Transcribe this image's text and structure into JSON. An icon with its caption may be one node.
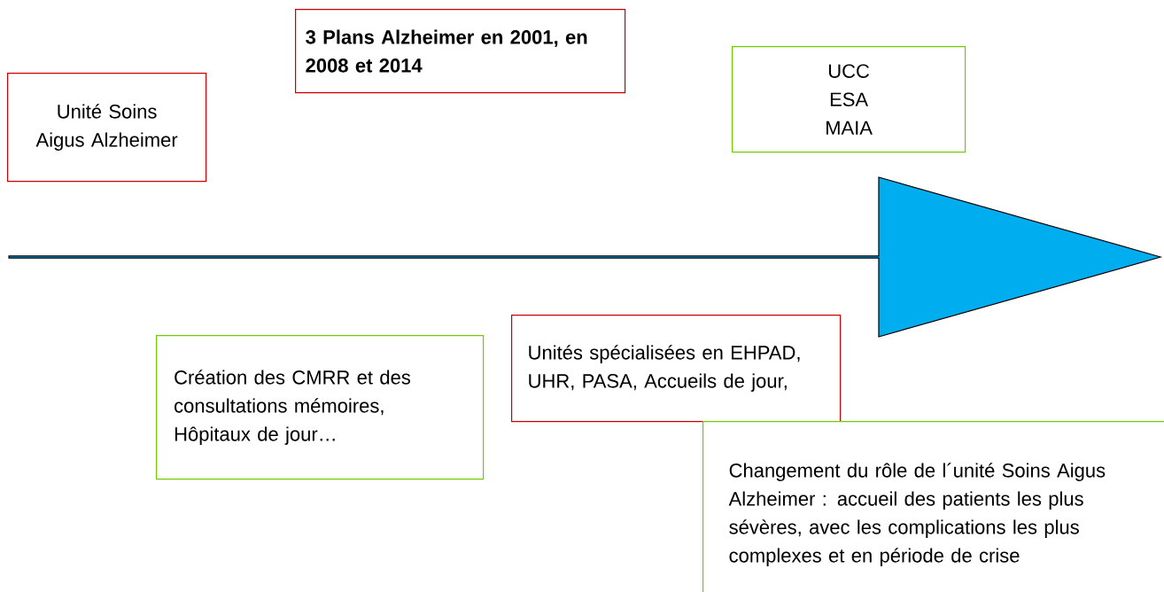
{
  "diagram": {
    "nodes": [
      {
        "text": [
          "Unité Soins Aigus Alzheimer"
        ]
      },
      {
        "text": [
          "3 Plans Alzheimer en 2001, en 2008 et 2014"
        ]
      },
      {
        "text": [
          "UCC ESA MAIA"
        ]
      },
      {
        "text": [],
        "shape": "arrow"
      },
      {
        "text": [
          "Création des CMRR et des consultations mémoires, Hôpitaux de jour…"
        ]
      },
      {
        "text": [
          "Unités spécialisées en EHPAD, UHR, PASA, Accueils de jour,"
        ]
      },
      {
        "text": [
          "Changement du rôle de l´unité Soins Aigus Alzheimer : accueil des patients les plus sévères, avec les complications les plus complexes et en période de crise"
        ]
      }
    ]
  }
}
